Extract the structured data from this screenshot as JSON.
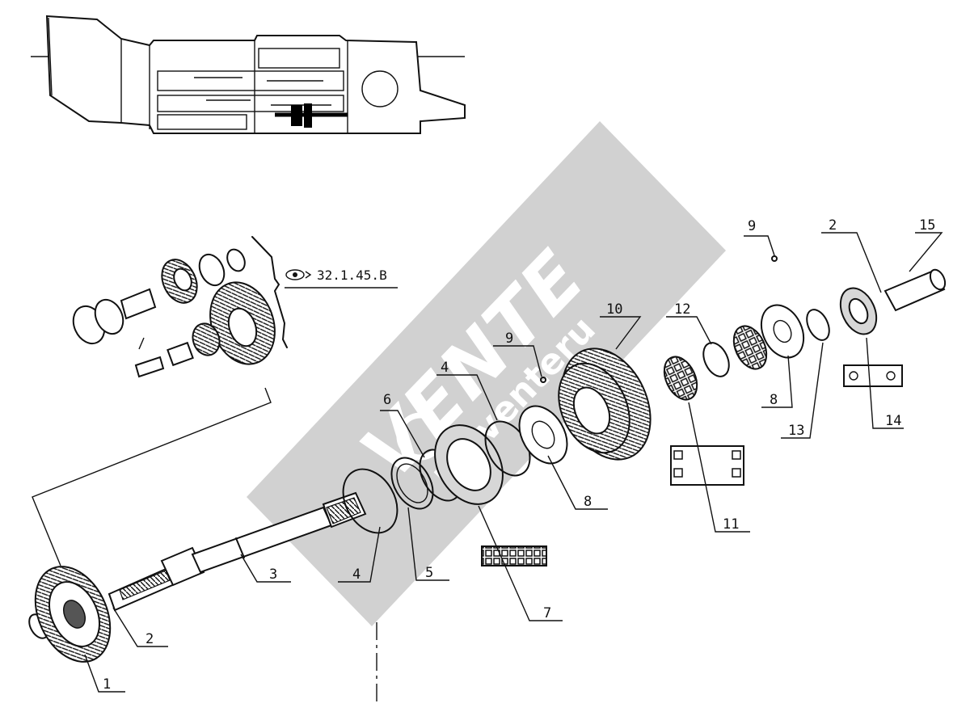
{
  "reference": {
    "code": "32.1.45.B"
  },
  "watermark": {
    "brand": "VENTE",
    "domain": "moventeru",
    "band_color": "#c9c9c9"
  },
  "callouts": [
    {
      "id": "c1",
      "text": "1"
    },
    {
      "id": "c2a",
      "text": "2"
    },
    {
      "id": "c2b",
      "text": "2"
    },
    {
      "id": "c3",
      "text": "3"
    },
    {
      "id": "c4a",
      "text": "4"
    },
    {
      "id": "c4b",
      "text": "4"
    },
    {
      "id": "c5",
      "text": "5"
    },
    {
      "id": "c6",
      "text": "6"
    },
    {
      "id": "c7",
      "text": "7"
    },
    {
      "id": "c8a",
      "text": "8"
    },
    {
      "id": "c8b",
      "text": "8"
    },
    {
      "id": "c9a",
      "text": "9"
    },
    {
      "id": "c9b",
      "text": "9"
    },
    {
      "id": "c10",
      "text": "10"
    },
    {
      "id": "c11",
      "text": "11"
    },
    {
      "id": "c12",
      "text": "12"
    },
    {
      "id": "c13",
      "text": "13"
    },
    {
      "id": "c14",
      "text": "14"
    },
    {
      "id": "c15",
      "text": "15"
    }
  ]
}
